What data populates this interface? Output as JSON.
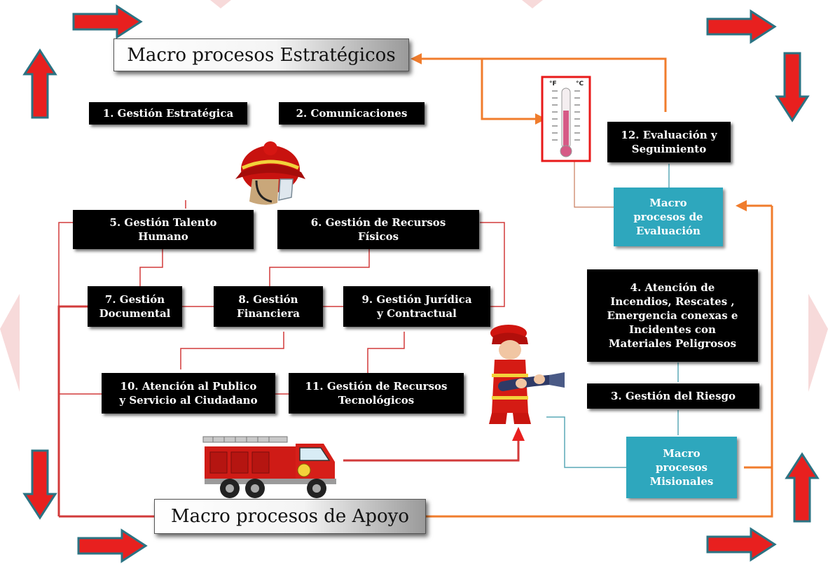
{
  "colors": {
    "arrow_red": "#e8201f",
    "arrow_border": "#2b7383",
    "connector_red": "#d23a3a",
    "connector_orange": "#f07c2c",
    "connector_teal": "#5aa9b7",
    "box_black": "#000000",
    "box_teal": "#2ea7bd",
    "watermark": "#f3c9c9"
  },
  "macro": {
    "estrategicos": "Macro procesos Estratégicos",
    "apoyo": "Macro procesos de Apoyo",
    "evaluacion": "Macro\nprocesos  de\nEvaluación",
    "misionales": "Macro\nprocesos\nMisionales"
  },
  "processes": {
    "p1": "1. Gestión Estratégica",
    "p2": "2. Comunicaciones",
    "p3": "3. Gestión del Riesgo",
    "p4": "4. Atención de\nIncendios, Rescates ,\nEmergencia conexas e\nIncidentes con\nMateriales Peligrosos",
    "p5": "5. Gestión Talento\nHumano",
    "p6": "6. Gestión de Recursos\nFísicos",
    "p7": "7. Gestión\nDocumental",
    "p8": "8. Gestión\nFinanciera",
    "p9": "9. Gestión Jurídica\ny Contractual",
    "p10": "10. Atención al Publico\ny Servicio al Ciudadano",
    "p11": "11. Gestión de Recursos\nTecnológicos",
    "p12": "12. Evaluación y\nSeguimiento"
  },
  "thermometer": {
    "label_f": "°F",
    "label_c": "°C"
  },
  "icons": [
    "firefighter-helmet-icon",
    "thermometer-icon",
    "firefighter-hose-icon",
    "fire-truck-icon",
    "corner-arrow-icon"
  ]
}
